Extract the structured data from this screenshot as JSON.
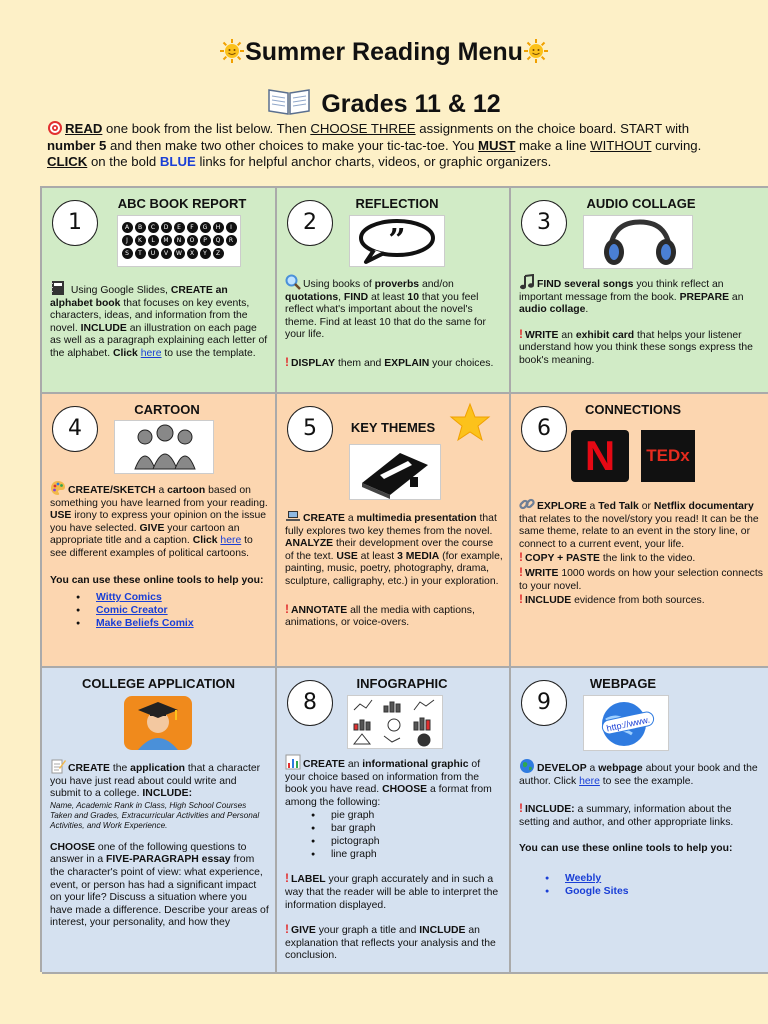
{
  "header": {
    "title": "Summer Reading Menu",
    "subtitle": "Grades 11 & 12"
  },
  "intro": {
    "read": "READ",
    "t1": " one book from the list below. Then ",
    "choose_three": "CHOOSE THREE",
    "t2": " assignments on the choice board. START with ",
    "number5": "number 5",
    "t3": " and then make two other choices to make your tic-tac-toe. You ",
    "must": "MUST",
    "t4": " make a line ",
    "without": "WITHOUT",
    "t5": " curving. ",
    "click": "CLICK",
    "t6": " on the bold ",
    "blue_word": "BLUE",
    "t7": " links for helpful anchor charts, videos, or graphic organizers."
  },
  "icons": {
    "title_left": "sun-icon",
    "title_right": "sun-icon",
    "subtitle": "open-book-icon",
    "intro": "target-icon",
    "c1": "notebook-icon",
    "c2": "magnifier-icon",
    "c3": "music-note-icon",
    "c4": "palette-icon",
    "c5": "laptop-icon",
    "c6": "link-icon",
    "c7": "memo-icon",
    "c8": "bar-chart-icon",
    "c9": "globe-icon",
    "alert": "exclamation-icon",
    "star": "star-icon"
  },
  "colors": {
    "background": "#fdf0c7",
    "green": "#d1ebc6",
    "orange": "#fcd6b0",
    "blue": "#d5e1f0",
    "link": "#1a3fd6",
    "alert": "#e23030"
  },
  "cells": {
    "c1": {
      "num": "1",
      "title": "ABC BOOK REPORT",
      "image_letters": [
        "A",
        "B",
        "C",
        "D",
        "E",
        "F",
        "G",
        "H",
        "I",
        "J",
        "K",
        "L",
        "M",
        "N",
        "O",
        "P",
        "Q",
        "R",
        "S",
        "T",
        "U",
        "V",
        "W",
        "X",
        "Y",
        "Z"
      ],
      "t1": " Using Google Slides, ",
      "create": "CREATE an alphabet book",
      "t2": " that focuses on key events, characters, ideas, and information from the novel. ",
      "include": "INCLUDE",
      "t3": " an illustration on each page as well as a paragraph explaining each letter of the alphabet. ",
      "click": "Click",
      "here": "here",
      "t4": " to use the template."
    },
    "c2": {
      "num": "2",
      "title": "REFLECTION",
      "t1": "Using books of ",
      "proverbs": "proverbs",
      "t2": " and/on ",
      "quotations": "quotations",
      "t3": ", ",
      "find": "FIND",
      "t4": " at least ",
      "ten": "10",
      "t5": " that you feel reflect what's important about the novel's theme. Find at least 10 that do the same for your life.",
      "display": "DISPLAY",
      "t6": " them and ",
      "explain": "EXPLAIN",
      "t7": " your choices."
    },
    "c3": {
      "num": "3",
      "title": "AUDIO COLLAGE",
      "find": "FIND several songs",
      "t1": " you think reflect an important message from the book. ",
      "prepare": "PREPARE",
      "t2": " an ",
      "audio": "audio collage",
      "t3": ".",
      "write": "WRITE",
      "t4": " an ",
      "exhibit": "exhibit card",
      "t5": " that helps your listener understand how you think these songs express the book's meaning."
    },
    "c4": {
      "num": "4",
      "title": "CARTOON",
      "create": "CREATE/SKETCH",
      "t1": " a ",
      "cartoon": "cartoon",
      "t2": " based on something you have learned from your reading. ",
      "use": "USE",
      "t3": " irony to express your opinion on the issue you have selected. ",
      "give": "GIVE",
      "t4": " your cartoon an appropriate title and a caption. ",
      "click": "Click",
      "here": "here",
      "t5": " to see different examples of political cartoons.",
      "tools": "You can use these online tools to help you:",
      "links": [
        "Witty Comics",
        "Comic Creator",
        "Make Beliefs Comix"
      ]
    },
    "c5": {
      "num": "5",
      "title": "KEY THEMES",
      "create": "CREATE",
      "t1": " a ",
      "multimedia": "multimedia presentation",
      "t2": " that fully explores  two key themes from the novel. ",
      "analyze": "ANALYZE",
      "t3": " their development over the course of the text. ",
      "use": "USE",
      "t4": " at least ",
      "media": "3 MEDIA",
      "t5": " (for example, painting, music, poetry, photography, drama, sculpture, calligraphy, etc.) in your exploration.",
      "annotate": "ANNOTATE",
      "t6": " all the media with captions, animations, or voice-overs."
    },
    "c6": {
      "num": "6",
      "title": "CONNECTIONS",
      "logo1": "N",
      "logo2": "TEDx",
      "explore": "EXPLORE",
      "t1": "  a ",
      "ted": "Ted Talk",
      "t2": " or ",
      "netflix": "Netflix documentary",
      "t3": " that relates to the novel/story you read! It can be the same theme, relate to an event in the story line, or connect to a current event, your life.",
      "copy": "COPY + PASTE",
      "t4": " the link to the video.",
      "write": "WRITE",
      "t5": " 1000 words on how your selection connects to your novel.",
      "include": "INCLUDE",
      "t6": " evidence from both sources."
    },
    "c7": {
      "title": "COLLEGE APPLICATION",
      "create": "CREATE",
      "t1": " the ",
      "application": "application",
      "t2": " that a character you have just read about could write and submit to a college. ",
      "include": "INCLUDE:",
      "note": "Name, Academic Rank in Class, High School Courses Taken and Grades, Extracurricular Activities and Personal Activities, and Work Experience.",
      "choose": "CHOOSE",
      "t3": " one of the following questions to answer in a ",
      "five": "FIVE-PARAGRAPH essay",
      "t4": " from the character's point of view: what experience, event, or person has had a significant impact on your life? Discuss a situation where you have made a difference. Describe your areas of interest, your personality, and how they"
    },
    "c8": {
      "num": "8",
      "title": "INFOGRAPHIC",
      "create": "CREATE",
      "t1": " an ",
      "info": "informational graphic",
      "t2": " of your choice based on information from the book you have read. ",
      "choose": "CHOOSE",
      "t3": " a format from among the following:",
      "list": [
        "pie graph",
        "bar graph",
        "pictograph",
        "line graph"
      ],
      "label": "LABEL",
      "t4": " your graph accurately and in such a way that the reader will be able to interpret the information displayed.",
      "give": "GIVE",
      "t5": " your graph a title and ",
      "include": "INCLUDE",
      "t6": " an explanation that reflects your analysis and the conclusion."
    },
    "c9": {
      "num": "9",
      "title": "WEBPAGE",
      "badge": "http://www.",
      "develop": "DEVELOP",
      "t1": " a ",
      "webpage": "webpage",
      "t2": " about your book and the author. Click ",
      "here": "here",
      "t3": " to see the example.",
      "include": "INCLUDE:",
      "t4": " a summary, information about the setting and author, and other appropriate links.",
      "tools": "You can use these online tools to help you:",
      "links": [
        "Weebly",
        "Google Sites"
      ]
    }
  }
}
